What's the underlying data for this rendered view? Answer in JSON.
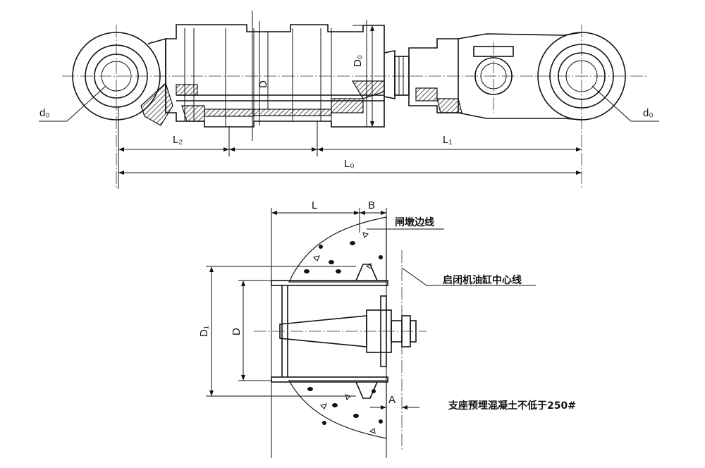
{
  "top_view": {
    "labels": {
      "d0_left": "d₀",
      "d0_right": "d₀",
      "L2": "L₂",
      "L1": "L₁",
      "L0": "L₀",
      "D": "D",
      "D0": "D₀"
    }
  },
  "bottom_view": {
    "labels": {
      "L": "L",
      "B": "B",
      "D1": "D₁",
      "D": "D",
      "A": "A"
    },
    "notes": {
      "pier_edge": "闸墩边线",
      "cylinder_centerline": "启闭机油缸中心线",
      "concrete_spec": "支座预埋混凝土不低于250#"
    }
  }
}
